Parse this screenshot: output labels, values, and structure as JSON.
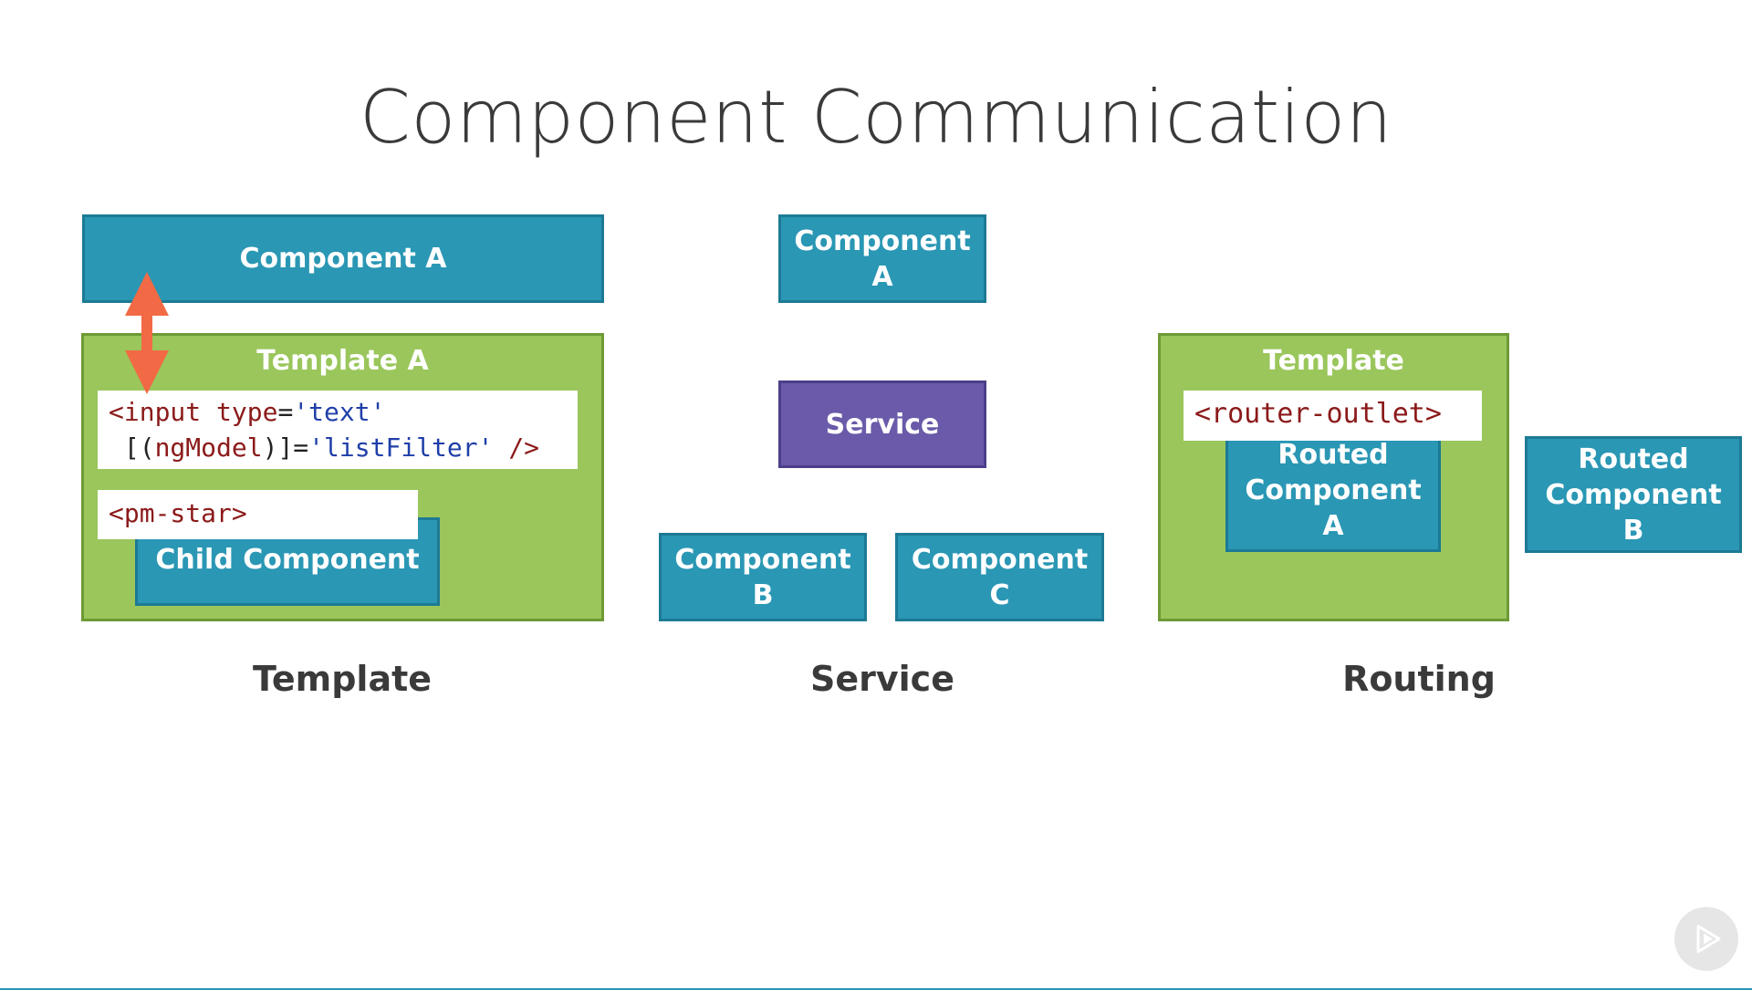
{
  "title": "Component Communication",
  "template_section": {
    "component_a": "Component A",
    "template_a": "Template A",
    "code_line1": {
      "tag": "<input ",
      "attr": "type",
      "eq": "=",
      "val": "'text'"
    },
    "code_line2": {
      "open": " [(",
      "attr": "ngModel",
      "close": ")]=",
      "val": "'listFilter'",
      "end": " />"
    },
    "pm_star": "<pm-star>",
    "child_component": "Child Component",
    "caption": "Template"
  },
  "service_section": {
    "component_a": "Component A",
    "service": "Service",
    "component_b": "Component B",
    "component_c": "Component C",
    "caption": "Service"
  },
  "routing_section": {
    "template": "Template",
    "router_outlet": "<router-outlet>",
    "routed_a": "Routed Component A",
    "routed_b": "Routed Component B",
    "caption": "Routing"
  },
  "colors": {
    "component": "#2a97b4",
    "template": "#9ac65c",
    "service": "#6a5aa9",
    "arrow": "#f26a45"
  }
}
